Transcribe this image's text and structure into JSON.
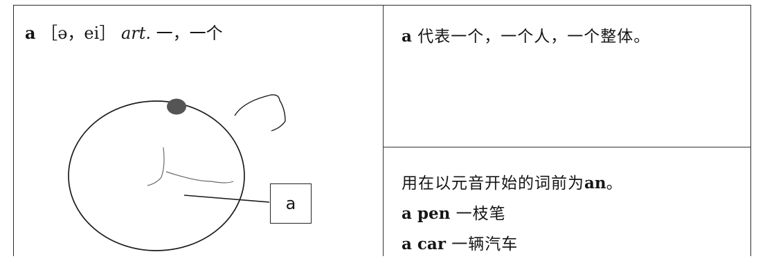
{
  "entry": {
    "word": "a",
    "phonetic": "［ə，ei］",
    "pos": "art.",
    "meaning": "一，一个"
  },
  "illustration": {
    "box_letter": "a"
  },
  "note_top": {
    "word": "a",
    "text": "代表一个，一个人，一个整体。"
  },
  "note_bottom": {
    "line1_text": "用在以元音开始的词前为",
    "line1_word": "an",
    "line1_end": "。",
    "examples": [
      {
        "word": "a pen",
        "translation": "一枝笔"
      },
      {
        "word": "a car",
        "translation": "一辆汽车"
      }
    ]
  }
}
